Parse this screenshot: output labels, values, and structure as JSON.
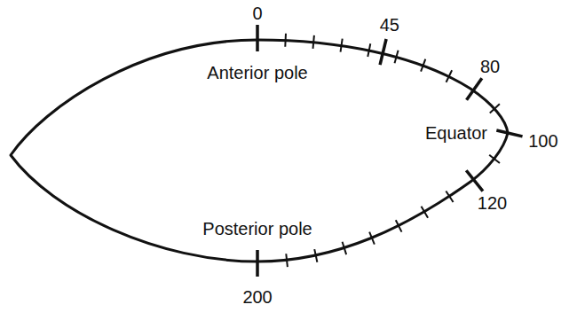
{
  "diagram": {
    "labels": [
      "0",
      "45",
      "80",
      "Anterior pole",
      "Equator",
      "100",
      "120",
      "Posterior pole",
      "200"
    ]
  }
}
